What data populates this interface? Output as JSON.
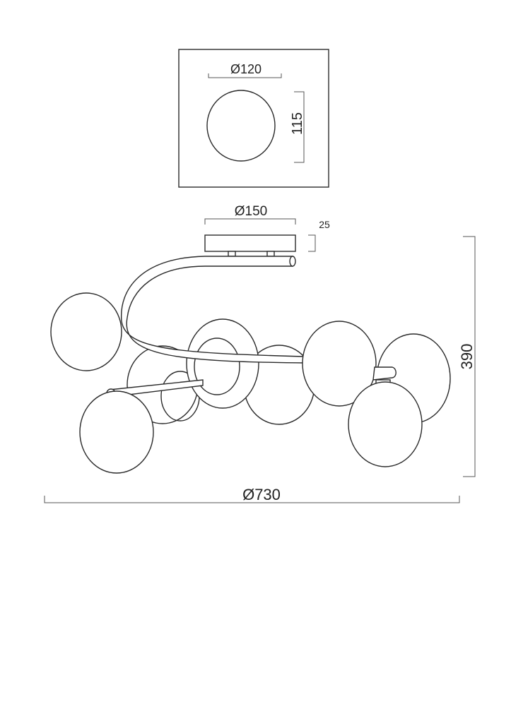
{
  "detail_view": {
    "diameter_label": "Ø120",
    "height_label": "115"
  },
  "main_view": {
    "canopy_diameter_label": "Ø150",
    "canopy_height_label": "25",
    "total_height_label": "390",
    "total_diameter_label": "Ø730"
  },
  "colors": {
    "line": "#2a2a2a",
    "background": "#ffffff"
  }
}
